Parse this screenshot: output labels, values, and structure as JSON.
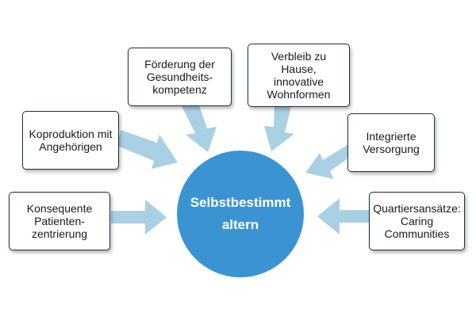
{
  "colors": {
    "arrow": "#a9d0e3",
    "circle": "#3b94d1",
    "border": "#1f2d4a"
  },
  "center": {
    "label": "Selbstbestimmt\naltern"
  },
  "boxes": {
    "gesundheit": "Förderung der\nGesundheits-\nkompetenz",
    "verbleib": "Verbleib zu\nHause,\ninnovative\nWohnformen",
    "koproduktion": "Koproduktion mit\nAngehörigen",
    "versorgung": "Integrierte\nVersorgung",
    "patienten": "Konsequente\nPatienten-\nzentrierung",
    "quartier": "Quartiersansätze:\nCaring\nCommunities"
  }
}
